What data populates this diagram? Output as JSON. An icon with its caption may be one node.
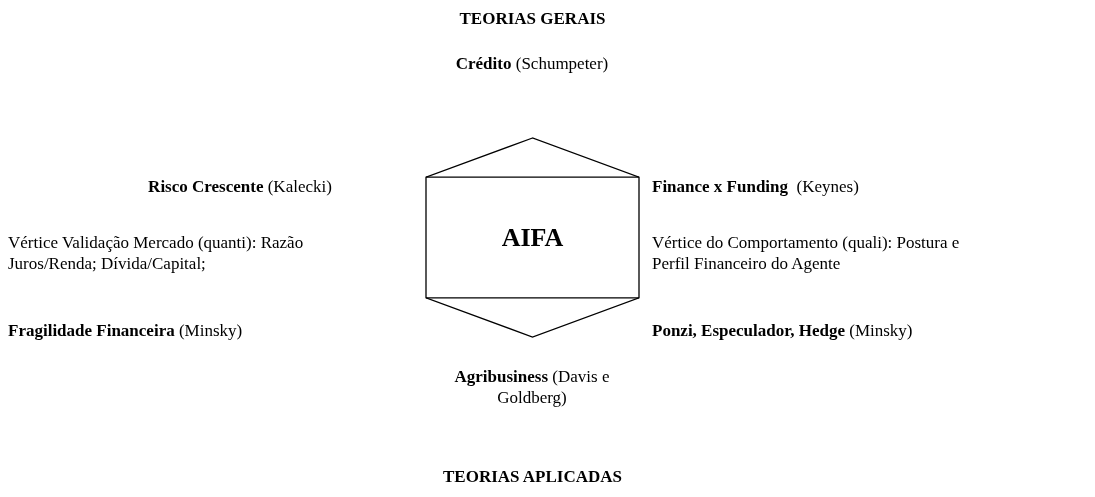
{
  "diagram": {
    "title": "TEORIAS GERAIS",
    "caption": "TEORIAS APLICADAS",
    "nodes": [
      {
        "text": [
          "AIFA"
        ]
      }
    ],
    "edges": [],
    "labels": [
      "**Crédito** (Schumpeter)",
      "**Risco Crescente** (Kalecki)",
      "**Finance x Funding**  (Keynes)",
      "Vértice Validação Mercado (quanti): Razão Juros/Renda; Dívida/Capital;",
      "Vértice do Comportamento (quali): Postura e Perfil Financeiro do Agente",
      "**Fragilidade Financeira** (Minsky)",
      "**Ponzi, Especulador, Hedge** (Minsky)",
      "**Agribusiness** (Davis e Goldberg)"
    ]
  }
}
